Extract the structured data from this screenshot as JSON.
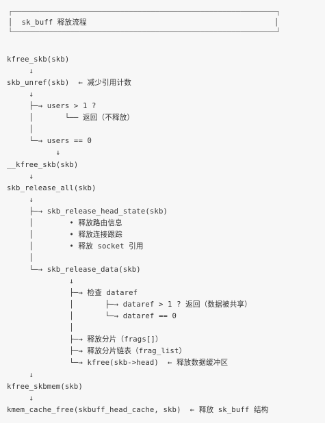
{
  "title_box": {
    "top": "┌───────────────────────────────────────────────────────────┐",
    "middle": "│  sk_buff 释放流程                                          │",
    "bottom": "└───────────────────────────────────────────────────────────┘"
  },
  "lines": [
    "kfree_skb(skb)",
    "     ↓",
    "skb_unref(skb)  ← 减少引用计数",
    "     ↓",
    "     ├─→ users > 1 ?",
    "     │       └── 返回（不释放）",
    "     │",
    "     └─→ users == 0",
    "           ↓",
    "__kfree_skb(skb)",
    "     ↓",
    "skb_release_all(skb)",
    "     ↓",
    "     ├─→ skb_release_head_state(skb)",
    "     │        • 释放路由信息",
    "     │        • 释放连接跟踪",
    "     │        • 释放 socket 引用",
    "     │",
    "     └─→ skb_release_data(skb)",
    "              ↓",
    "              ├─→ 检查 dataref",
    "              │       ├─→ dataref > 1 ? 返回（数据被共享）",
    "              │       └─→ dataref == 0",
    "              │",
    "              ├─→ 释放分片（frags[]）",
    "              ├─→ 释放分片链表（frag_list）",
    "              └─→ kfree(skb->head)  ← 释放数据缓冲区",
    "     ↓",
    "kfree_skbmem(skb)",
    "     ↓",
    "kmem_cache_free(skbuff_head_cache, skb)  ← 释放 sk_buff 结构"
  ]
}
